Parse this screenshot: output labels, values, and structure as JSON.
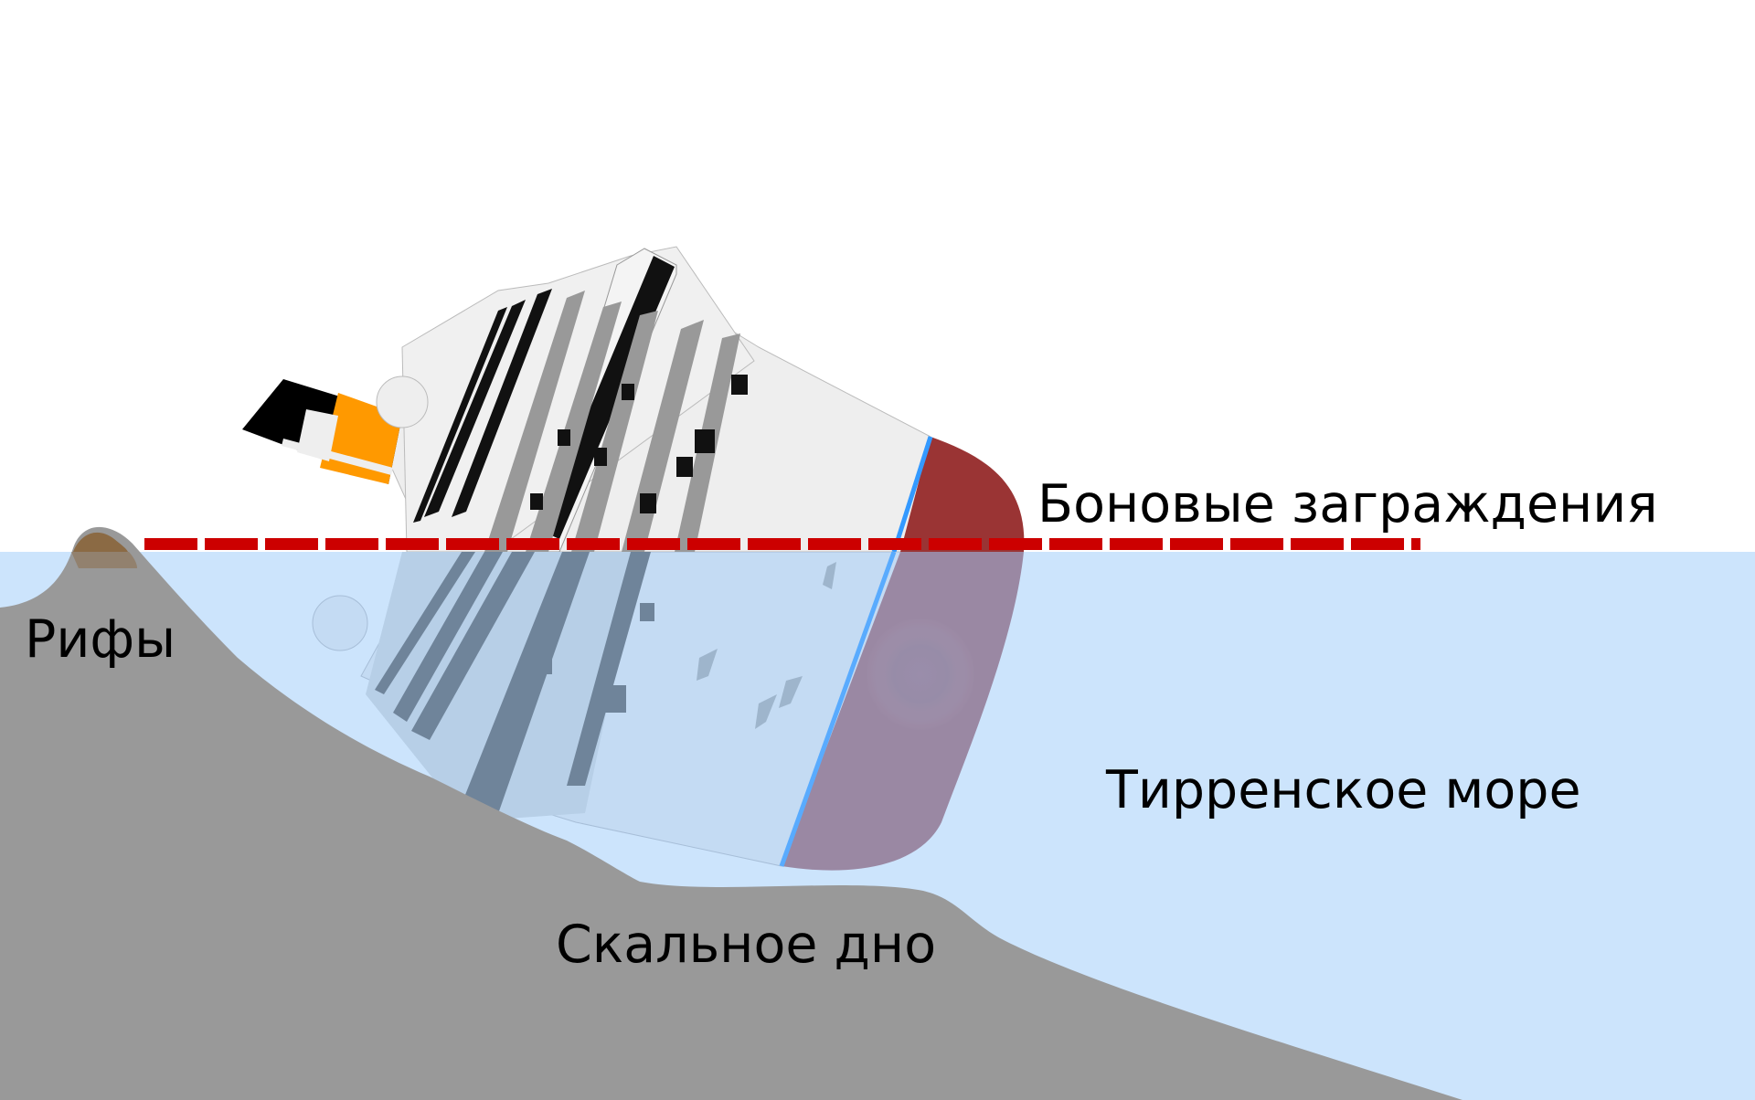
{
  "labels": {
    "booms": "Боновые заграждения",
    "reefs": "Рифы",
    "sea": "Тирренское море",
    "seabed": "Скальное дно"
  },
  "colors": {
    "sky": "#ffffff",
    "sea": "#cce4fc",
    "rock": "#999999",
    "reef_top": "#8b6a44",
    "boom": "#cc0000",
    "hull_red": "#9a3434",
    "hull_white": "#eeeeee",
    "funnel_orange": "#ff9900",
    "funnel_black": "#000000",
    "waterline": "#3399ff"
  }
}
